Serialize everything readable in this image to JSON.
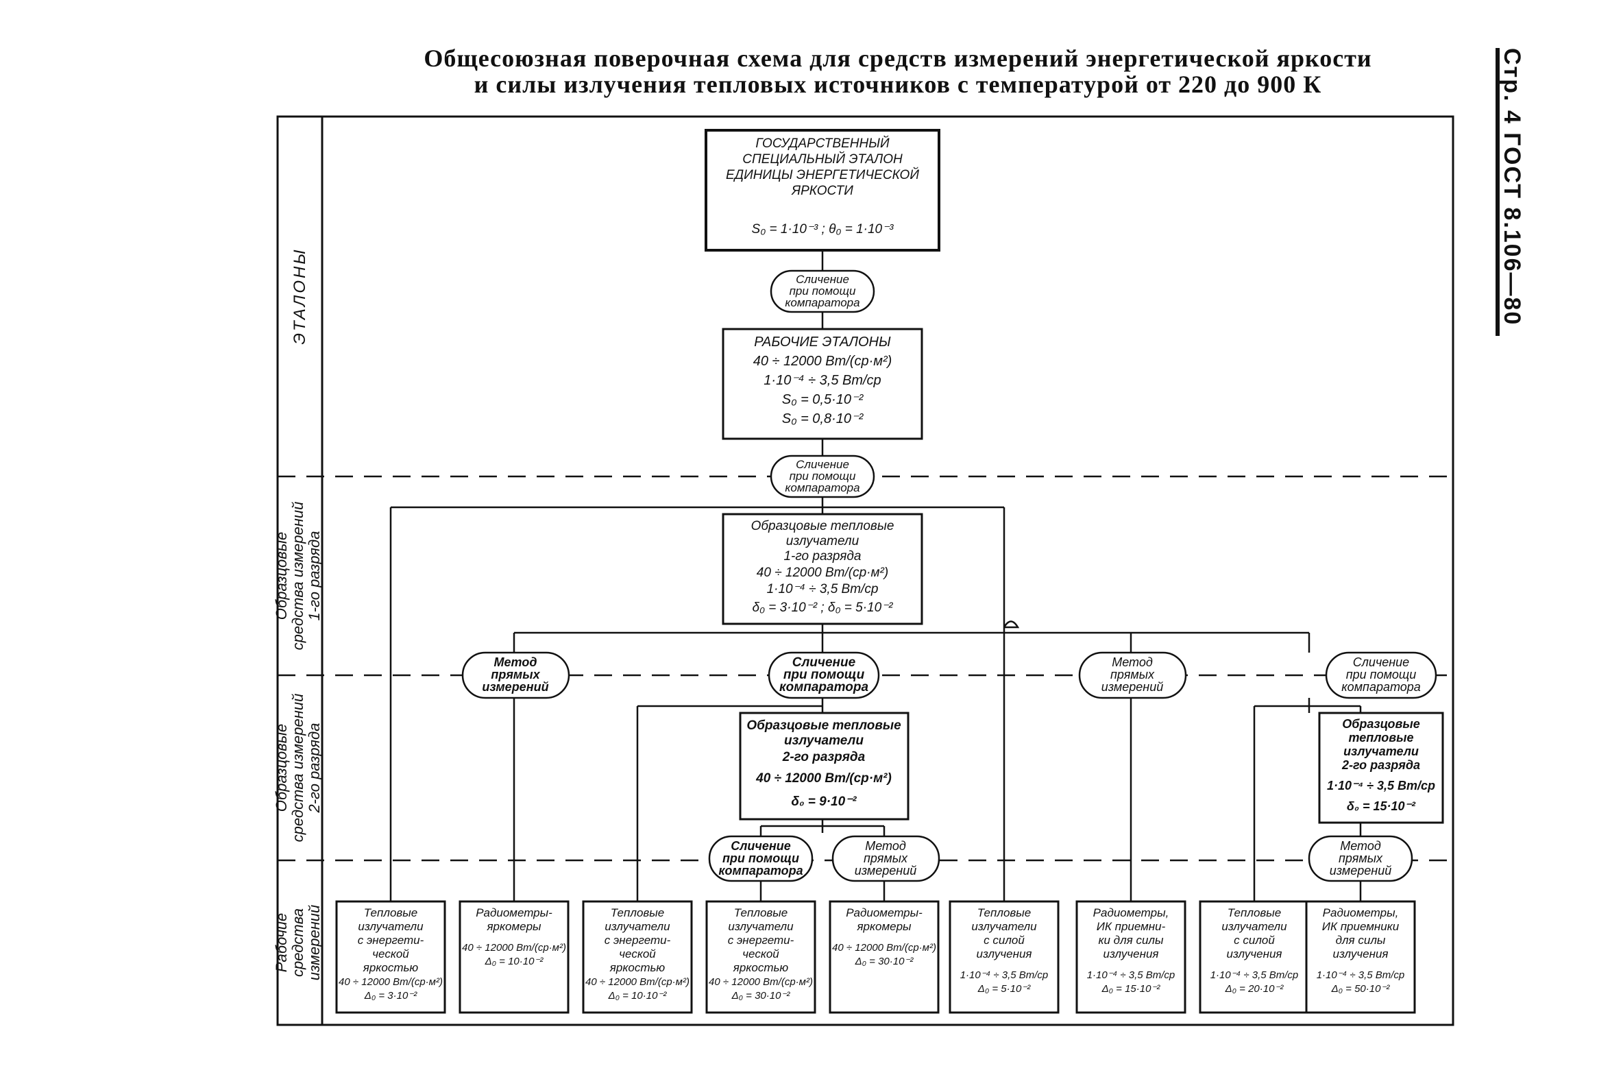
{
  "title_line1": "Общесоюзная поверочная схема для средств измерений энергетической яркости",
  "title_line2": "и силы излучения тепловых источников с температурой от 220 до 900 К",
  "side_header": "Стр. 4 ГОСТ 8.106—80",
  "bands": {
    "etalony": "ЭТАЛОНЫ",
    "obr1": [
      "Образцовые",
      "средства измерений",
      "1-го разряда"
    ],
    "obr2": [
      "Образцовые",
      "средства измерений",
      "2-го разряда"
    ],
    "rabochie": [
      "Рабочие",
      "средства",
      "измерений"
    ]
  },
  "boxes": {
    "state": [
      "ГОСУДАРСТВЕННЫЙ",
      "СПЕЦИАЛЬНЫЙ ЭТАЛОН",
      "ЕДИНИЦЫ ЭНЕРГЕТИЧЕСКОЙ",
      "ЯРКОСТИ",
      "",
      "S₀ = 1·10⁻³ ;   θ₀ = 1·10⁻³"
    ],
    "working": [
      "РАБОЧИЕ   ЭТАЛОНЫ",
      "40 ÷ 12000 Вт/(ср·м²)",
      "1·10⁻⁴ ÷ 3,5 Вт/ср",
      "S₀ = 0,5·10⁻²",
      "S₀ = 0,8·10⁻²"
    ],
    "obr1": [
      "Образцовые тепловые",
      "излучатели",
      "1-го разряда",
      "40 ÷ 12000 Вт/(ср·м²)",
      "1·10⁻⁴ ÷ 3,5 Вт/ср",
      "δ₀ = 3·10⁻² ;  δ₀ = 5·10⁻²"
    ],
    "obr2a": [
      "Образцовые тепловые",
      "излучатели",
      "2-го разряда",
      "40 ÷ 12000 Вт/(ср·м²)",
      "δ₀ = 9·10⁻²"
    ],
    "obr2b": [
      "Образцовые",
      "тепловые",
      "излучатели",
      "2-го разряда",
      "1·10⁻⁴ ÷ 3,5 Вт/ср",
      "δ₀ = 15·10⁻²"
    ]
  },
  "ovals": {
    "comparator": [
      "Сличение",
      "при помощи",
      "компаратора"
    ],
    "direct": [
      "Метод",
      "прямых",
      "измерений"
    ]
  },
  "working_means": [
    [
      "Тепловые",
      "излучатели",
      "с энергети-",
      "ческой",
      "яркостью",
      "40 ÷ 12000 Вт/(ср·м²)",
      "Δ₀ = 3·10⁻²"
    ],
    [
      "Радиометры-",
      "яркомеры",
      "",
      "40 ÷ 12000 Вт/(ср·м²)",
      "Δ₀ = 10·10⁻²"
    ],
    [
      "Тепловые",
      "излучатели",
      "с энергети-",
      "ческой",
      "яркостью",
      "40 ÷ 12000 Вт/(ср·м²)",
      "Δ₀ = 10·10⁻²"
    ],
    [
      "Тепловые",
      "излучатели",
      "с энергети-",
      "ческой",
      "яркостью",
      "40 ÷ 12000 Вт/(ср·м²)",
      "Δ₀ = 30·10⁻²"
    ],
    [
      "Радиометры-",
      "яркомеры",
      "",
      "40 ÷ 12000 Вт/(ср·м²)",
      "Δ₀ = 30·10⁻²"
    ],
    [
      "Тепловые",
      "излучатели",
      "с силой",
      "излучения",
      "",
      "1·10⁻⁴ ÷ 3,5 Вт/ср",
      "Δ₀ = 5·10⁻²"
    ],
    [
      "Радиометры,",
      "ИК приемни-",
      "ки для силы",
      "излучения",
      "",
      "1·10⁻⁴ ÷ 3,5 Вт/ср",
      "Δ₀ = 15·10⁻²"
    ],
    [
      "Тепловые",
      "излучатели",
      "с силой",
      "излучения",
      "",
      "1·10⁻⁴ ÷ 3,5 Вт/ср",
      "Δ₀ = 20·10⁻²"
    ],
    [
      "Радиометры,",
      "ИК приемники",
      "для силы",
      "излучения",
      "",
      "1·10⁻⁴ ÷ 3,5 Вт/ср",
      "Δ₀ = 50·10⁻²"
    ]
  ]
}
